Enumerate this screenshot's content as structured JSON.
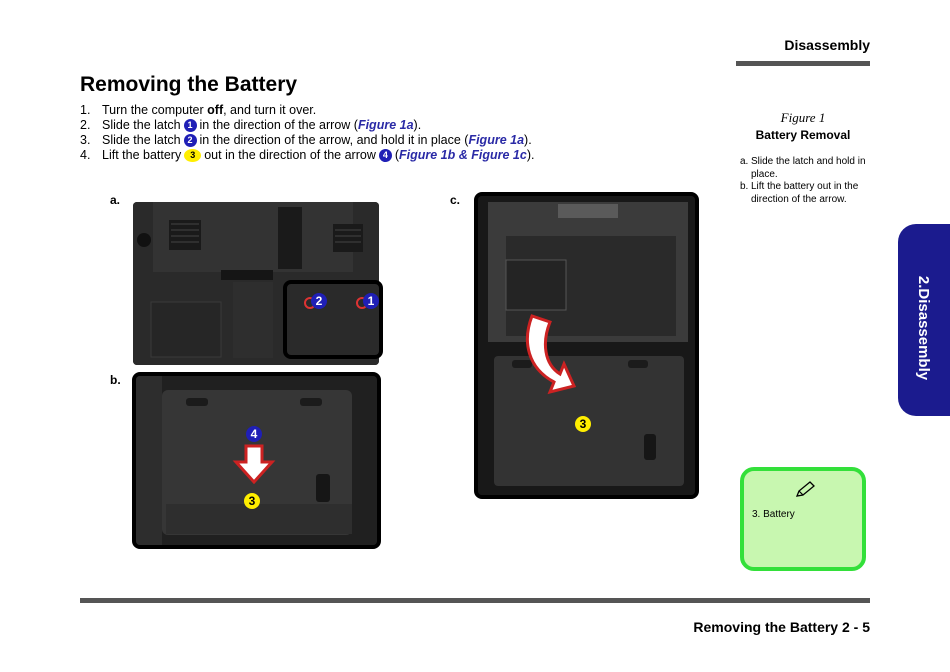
{
  "header": {
    "section": "Disassembly"
  },
  "title": "Removing the Battery",
  "steps": [
    {
      "num": "1.",
      "pre": "Turn the computer ",
      "bold": "off",
      "post": ", and turn it over."
    },
    {
      "num": "2.",
      "pre": "Slide the latch",
      "badge": "1",
      "mid": "in the direction of the arrow (",
      "ref": "Figure 1a",
      "post": ")."
    },
    {
      "num": "3.",
      "pre": "Slide the latch",
      "badge": "2",
      "mid": "in the direction of the arrow, and hold it in place (",
      "ref": "Figure 1a",
      "post": ")."
    },
    {
      "num": "4.",
      "pre": "Lift the battery",
      "badge": "3",
      "mid": "out in the direction of the arrow",
      "badge2": "4",
      "mid2": "(",
      "ref": "Figure 1b & Figure 1c",
      "post": ")."
    }
  ],
  "photos": {
    "a": {
      "label": "a.",
      "callouts": [
        "2",
        "1"
      ]
    },
    "b": {
      "label": "b.",
      "callouts": [
        "4",
        "3"
      ]
    },
    "c": {
      "label": "c.",
      "callouts": [
        "3"
      ]
    }
  },
  "figure": {
    "number": "Figure 1",
    "title": "Battery Removal",
    "items": [
      {
        "letter": "a.",
        "text": "Slide the latch and hold in place."
      },
      {
        "letter": "b.",
        "text": "Lift the battery out in the direction of the arrow."
      }
    ]
  },
  "side_tab": "2.Disassembly",
  "note": {
    "icon": "pencil-icon",
    "item": "3.   Battery"
  },
  "footer": {
    "title": "Removing the Battery",
    "page": "2  -  5"
  }
}
